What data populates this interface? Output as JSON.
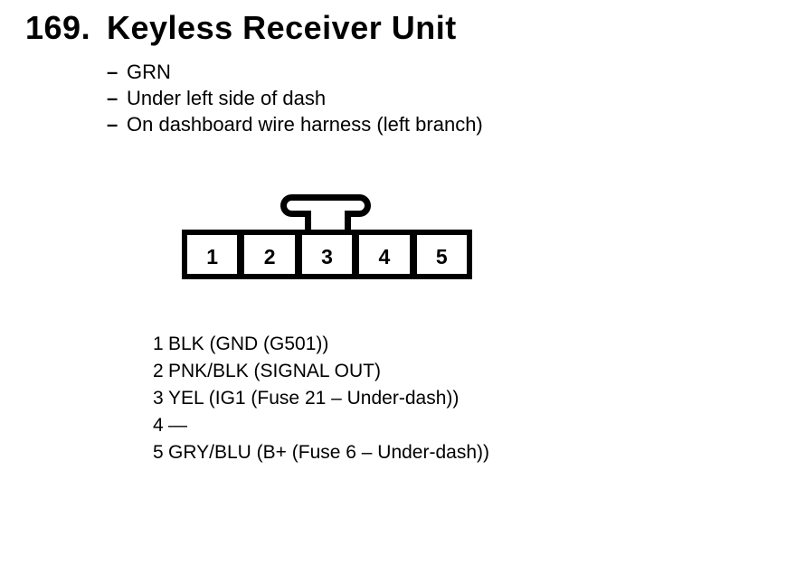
{
  "title": {
    "number": "169.",
    "text": "Keyless Receiver Unit"
  },
  "notes": [
    {
      "dash": "–",
      "text": "GRN"
    },
    {
      "dash": "–",
      "text": "Under left side of dash"
    },
    {
      "dash": "–",
      "text": "On dashboard wire harness (left branch)"
    }
  ],
  "connector": {
    "pins": [
      "1",
      "2",
      "3",
      "4",
      "5"
    ]
  },
  "pinout": [
    {
      "pin": "1",
      "desc": "BLK (GND (G501))"
    },
    {
      "pin": "2",
      "desc": "PNK/BLK (SIGNAL OUT)"
    },
    {
      "pin": "3",
      "desc": "YEL (IG1 (Fuse 21 – Under-dash))"
    },
    {
      "pin": "4",
      "desc": "—"
    },
    {
      "pin": "5",
      "desc": "GRY/BLU (B+ (Fuse 6 – Under-dash))"
    }
  ],
  "colors": {
    "ink": "#000000",
    "paper": "#ffffff"
  }
}
